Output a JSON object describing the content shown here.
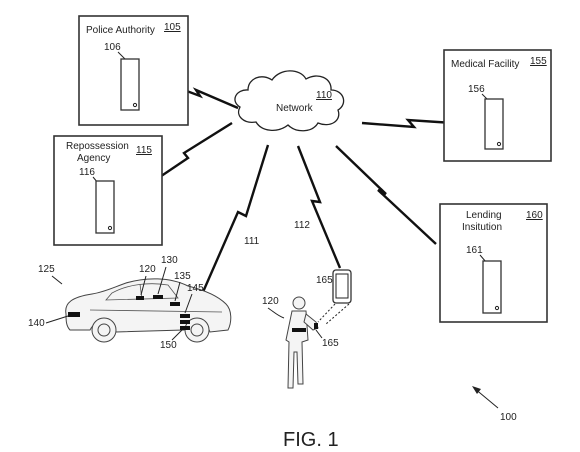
{
  "network": {
    "label": "Network",
    "ref": "110"
  },
  "entities": [
    {
      "id": "police",
      "title_lines": [
        "Police Authority"
      ],
      "ref": "105",
      "server_ref": "106"
    },
    {
      "id": "medical",
      "title_lines": [
        "Medical Facility"
      ],
      "ref": "155",
      "server_ref": "156"
    },
    {
      "id": "repossession",
      "title_lines": [
        "Repossession",
        "Agency"
      ],
      "ref": "115",
      "server_ref": "116"
    },
    {
      "id": "lending",
      "title_lines": [
        "Lending",
        "Insitution"
      ],
      "ref": "160",
      "server_ref": "161"
    }
  ],
  "links": {
    "vehicle_link": "111",
    "mobile_link": "112"
  },
  "vehicle": {
    "ref": "125",
    "parts": [
      "120",
      "130",
      "135",
      "145",
      "140",
      "150"
    ]
  },
  "person": {
    "ref": "120",
    "device_ref": "165",
    "device_ref_2": "165"
  },
  "system_ref": "100",
  "figure_label": "FIG. 1"
}
